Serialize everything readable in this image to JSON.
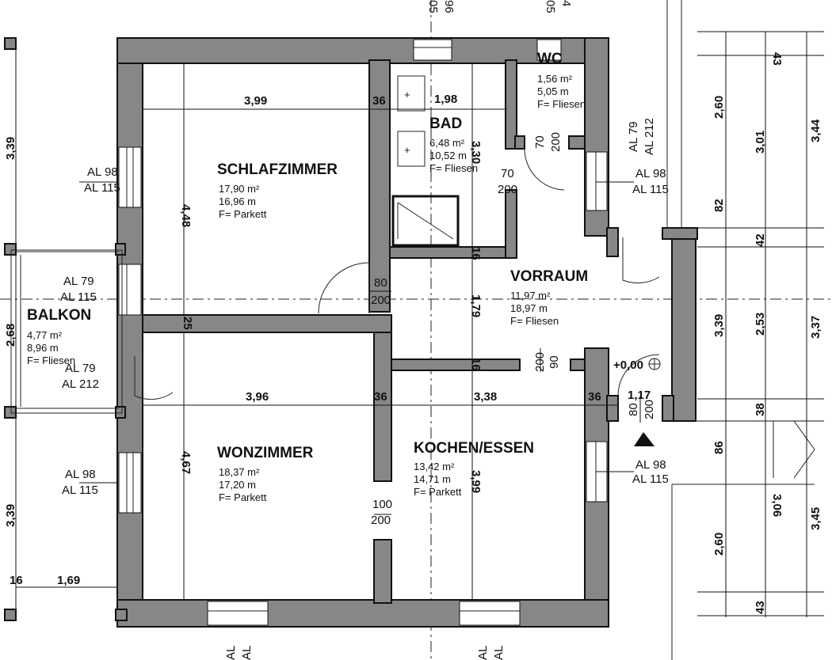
{
  "rooms": {
    "schlafzimmer": {
      "name": "SCHLAFZIMMER",
      "area": "17,90 m²",
      "perimeter": "16,96 m",
      "floor": "F= Parkett"
    },
    "wonzimmer": {
      "name": "WONZIMMER",
      "area": "18,37 m²",
      "perimeter": "17,20 m",
      "floor": "F= Parkett"
    },
    "bad": {
      "name": "BAD",
      "area": "6,48 m²",
      "perimeter": "10,52 m",
      "floor": "F= Fliesen"
    },
    "wc": {
      "name": "WC",
      "area": "1,56 m²",
      "perimeter": "5,05 m",
      "floor": "F= Fliesen"
    },
    "vorraum": {
      "name": "VORRAUM",
      "area": "11,97 m²",
      "perimeter": "18,97 m",
      "floor": "F= Fliesen"
    },
    "kochen_essen": {
      "name": "KOCHEN/ESSEN",
      "area": "13,42 m²",
      "perimeter": "14,71 m",
      "floor": "F= Parkett"
    },
    "balkon": {
      "name": "BALKON",
      "area": "4,77 m²",
      "perimeter": "8,96 m",
      "floor": "F= Fliesen"
    }
  },
  "dimensions": {
    "schlaf_width": "3,99",
    "schlaf_wall": "36",
    "bad_width": "1,98",
    "schlaf_height": "4,48",
    "bad_height": "3,30",
    "wall_25": "25",
    "wall_16_a": "16",
    "wall_16_b": "16",
    "vorraum_height": "1,79",
    "wohn_width": "3,96",
    "wall_36_a": "36",
    "koch_width": "3,38",
    "wall_36_b": "36",
    "entry_width": "1,17",
    "wohn_height": "4,67",
    "koch_height": "3,99",
    "balkon_16": "16",
    "balkon_width": "1,69",
    "left_top": "3,39",
    "left_mid": "2,68",
    "left_bottom": "3,39",
    "r1_43": "43",
    "r1_260": "2,60",
    "r1_82": "82",
    "r1_339": "3,39",
    "r1_86": "86",
    "r1_260b": "2,60",
    "r2_301": "3,01",
    "r2_42": "42",
    "r2_253": "2,53",
    "r2_38": "38",
    "r2_306": "3,06",
    "r2_43": "43",
    "r3_344": "3,44",
    "r3_337": "3,37",
    "r3_345": "3,45",
    "level": "+0,00"
  },
  "doors": {
    "schlaf": [
      "80",
      "200"
    ],
    "wc": [
      "70",
      "200"
    ],
    "bad": [
      "70",
      "200"
    ],
    "wohn_koch": [
      "100",
      "200"
    ],
    "vorraum_koch": [
      "90",
      "200"
    ],
    "entry": [
      "80",
      "200"
    ],
    "wc_outer": [
      "AL 79",
      "AL 212"
    ],
    "balkon": [
      "AL 79",
      "AL 212"
    ]
  },
  "windows": {
    "schlaf": [
      "AL 98",
      "AL 115"
    ],
    "balkon_window": [
      "AL 79",
      "AL 115"
    ],
    "vorraum": [
      "AL 98",
      "AL 115"
    ],
    "wohn": [
      "AL 98",
      "AL 115"
    ],
    "koch": [
      "AL 98",
      "AL 115"
    ]
  },
  "edge_labels": {
    "top_left": "05",
    "top_left2": "96",
    "top_right": "05",
    "top_right2": "4",
    "bottom_left": "AL",
    "bottom_left2": "AL",
    "bottom_right": "AL",
    "bottom_right2": "AL"
  }
}
